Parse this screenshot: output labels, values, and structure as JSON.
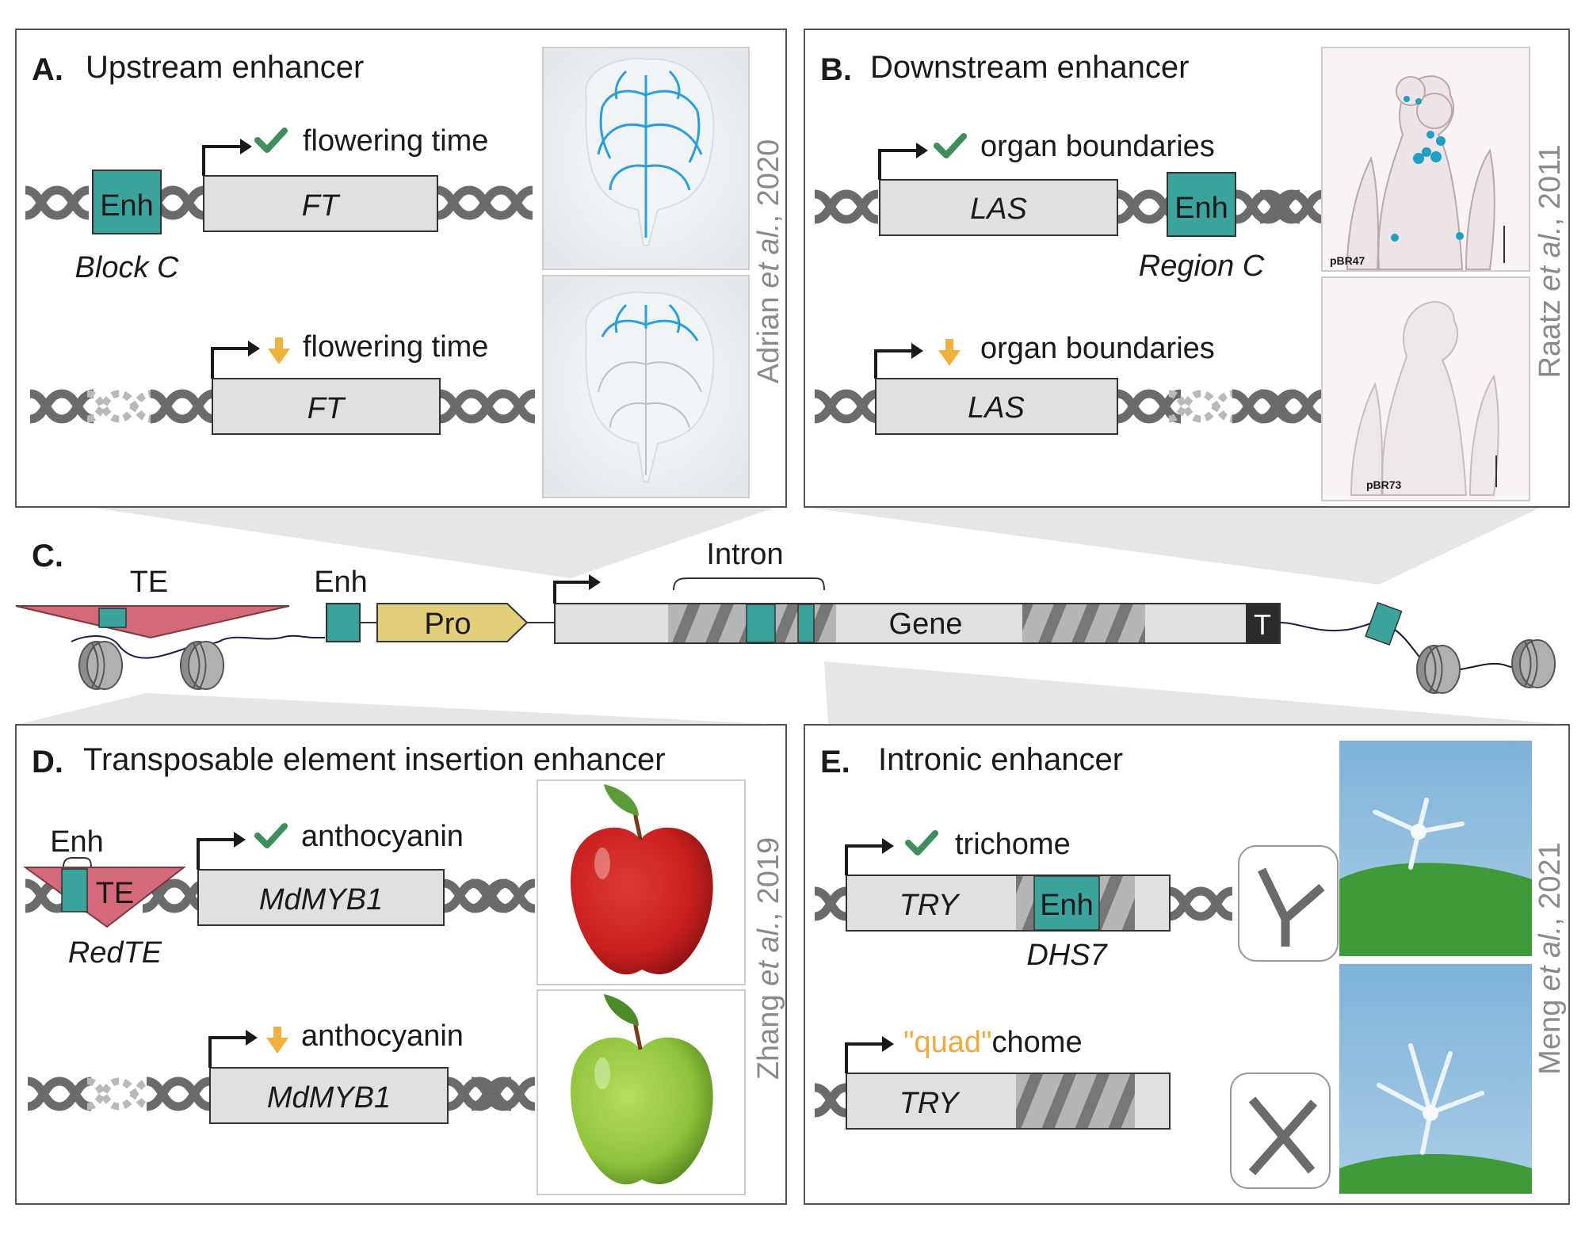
{
  "panelA": {
    "letter": "A.",
    "title": "Upstream enhancer",
    "enh_label": "Enh",
    "block_label": "Block C",
    "gene": "FT",
    "phen_up": "flowering time",
    "phen_down": "flowering time",
    "citation_author": "Adrian ",
    "citation_etal": "et al.",
    "citation_year": ", 2020"
  },
  "panelB": {
    "letter": "B.",
    "title": "Downstream enhancer",
    "enh_label": "Enh",
    "region_label": "Region C",
    "gene": "LAS",
    "phen_up": "organ boundaries",
    "phen_down": "organ boundaries",
    "img1_label": "pBR47",
    "img2_label": "pBR73",
    "citation_author": "Raatz ",
    "citation_etal": "et al.",
    "citation_year": ", 2011"
  },
  "panelC": {
    "letter": "C.",
    "te_label": "TE",
    "enh_label": "Enh",
    "pro_label": "Pro",
    "intron_label": "Intron",
    "gene_label": "Gene",
    "term_label": "T"
  },
  "panelD": {
    "letter": "D.",
    "title": "Transposable element insertion enhancer",
    "enh_label": "Enh",
    "te_label": "TE",
    "redte_label": "RedTE",
    "gene": "MdMYB1",
    "phen_up": "anthocyanin",
    "phen_down": "anthocyanin",
    "citation_author": "Zhang ",
    "citation_etal": "et al.",
    "citation_year": ", 2019"
  },
  "panelE": {
    "letter": "E.",
    "title": "Intronic enhancer",
    "enh_label": "Enh",
    "dhs_label": "DHS7",
    "gene": "TRY",
    "phen_up": "trichome",
    "phen_down_quad": "\"quad\"",
    "phen_down_rest": "chome",
    "citation_author": "Meng ",
    "citation_etal": "et al.",
    "citation_year": ", 2021"
  },
  "colors": {
    "enhancer": "#3aa39b",
    "promoter": "#e3cf7a",
    "te": "#d4697a",
    "gene_box": "#e0e0e0",
    "check": "#3f8f5d",
    "down_arrow": "#f2b13c",
    "quad_text": "#f2a93b",
    "dna": "#6b6b6b",
    "citation": "#8a8a8a"
  },
  "icons": [
    "check-icon",
    "down-arrow-icon",
    "tss-arrow-icon",
    "leaf-icon",
    "apple-icon",
    "trichome-icon",
    "nucleosome-icon",
    "dna-helix-icon"
  ]
}
